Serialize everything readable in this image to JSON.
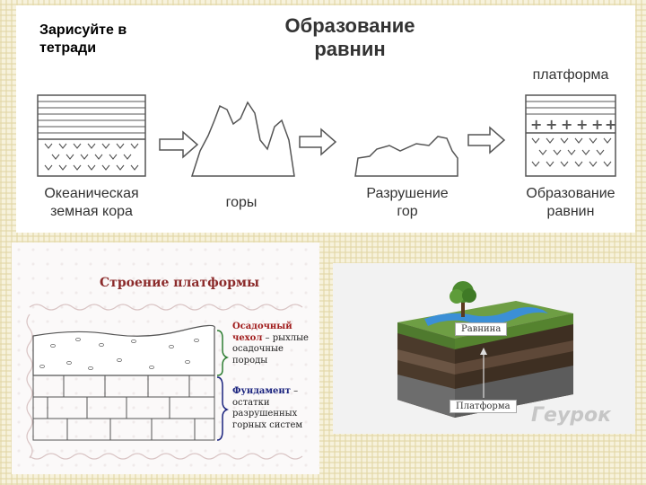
{
  "top": {
    "note_line1": "Зарисуйте в",
    "note_line2": "тетради",
    "title_line1": "Образование",
    "title_line2": "равнин",
    "platform_label": "платформа",
    "caption_ocean_line1": "Океаническая",
    "caption_ocean_line2": "земная кора",
    "caption_mountains": "горы",
    "caption_erosion_line1": "Разрушение",
    "caption_erosion_line2": "гор",
    "caption_formation_line1": "Образование",
    "caption_formation_line2": "равнин"
  },
  "bottom_left": {
    "title": "Строение платформы",
    "cover_term": "Осадочный чехол",
    "cover_desc": " – рыхлые осадочные породы",
    "foundation_term": "Фундамент",
    "foundation_desc": " – остатки разрушенных горных систем"
  },
  "bottom_right": {
    "plain_label": "Равнина",
    "platform_label": "Платформа",
    "watermark": "Геурок"
  },
  "colors": {
    "background": "#f7f2dc",
    "arrow_fill": "#ffffff",
    "arrow_stroke": "#555555",
    "cover_term": "#a01c1c",
    "foundation_term": "#1a237e",
    "grass": "#5c8d3a",
    "water": "#3b8fd6"
  },
  "icons": [
    "arrow-right-icon",
    "tree-icon",
    "up-arrow-icon"
  ]
}
